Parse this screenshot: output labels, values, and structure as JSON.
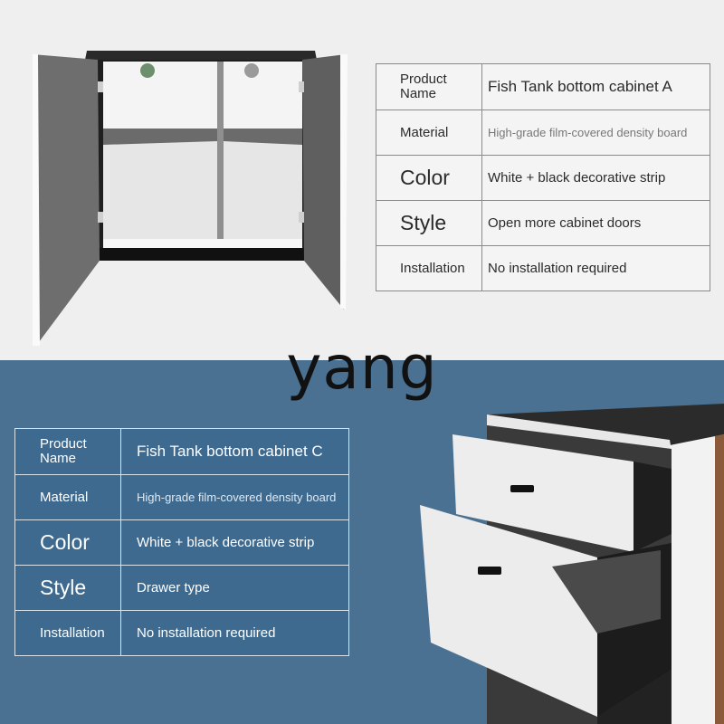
{
  "watermark": "yang",
  "cabinet_a": {
    "product_name_label": "Product Name",
    "product_name_value": "Fish Tank bottom cabinet A",
    "material_label": "Material",
    "material_value": "High-grade film-covered density board",
    "color_label": "Color",
    "color_value": "White + black decorative strip",
    "style_label": "Style",
    "style_value": "Open more cabinet doors",
    "installation_label": "Installation",
    "installation_value": "No installation required"
  },
  "cabinet_c": {
    "product_name_label": "Product Name",
    "product_name_value": "Fish Tank bottom cabinet C",
    "material_label": "Material",
    "material_value": "High-grade film-covered density board",
    "color_label": "Color",
    "color_value": "White + black decorative strip",
    "style_label": "Style",
    "style_value": "Drawer type",
    "installation_label": "Installation",
    "installation_value": "No installation required"
  },
  "colors": {
    "top_background": "#efefef",
    "bottom_background": "#4a7191",
    "table_c_background": "#3e6a8f"
  }
}
